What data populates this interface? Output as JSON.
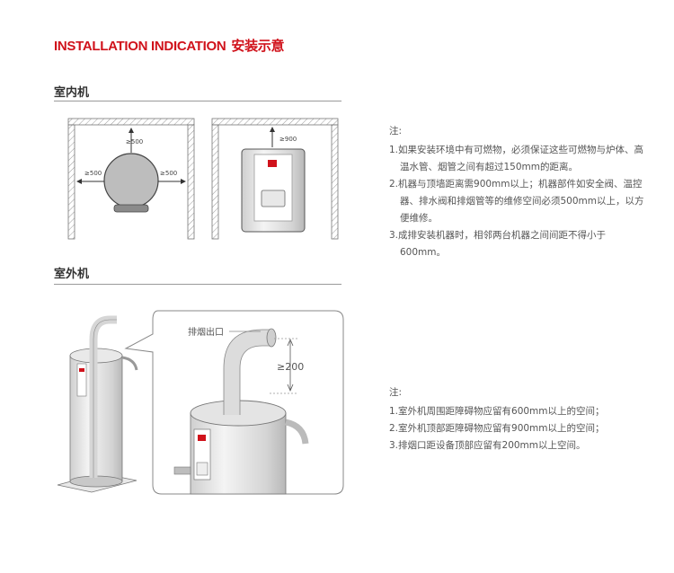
{
  "header": {
    "title_en": "INSTALLATION INDICATION",
    "title_zh": "安装示意"
  },
  "indoor": {
    "heading": "室内机",
    "diagram_left": {
      "top_clearance": "≥500",
      "left_clearance": "≥500",
      "right_clearance": "≥500"
    },
    "diagram_right": {
      "top_clearance": "≥900"
    },
    "notes_label": "注:",
    "notes": [
      "1.如果安装环境中有可燃物，必须保证这些可燃物与炉体、高温水管、烟管之间有超过150mm的距离。",
      "2.机器与顶墙距离需900mm以上；机器部件如安全阀、温控器、排水阀和排烟管等的维修空间必须500mm以上，以方便维修。",
      "3.成排安装机器时，相邻两台机器之间间距不得小于600mm。"
    ]
  },
  "outdoor": {
    "heading": "室外机",
    "diagram": {
      "exhaust_label": "排烟出口",
      "clearance": "≥200"
    },
    "notes_label": "注:",
    "notes": [
      "1.室外机周围距障碍物应留有600mm以上的空间；",
      "2.室外机顶部距障碍物应留有900mm以上的空间；",
      "3.排烟口距设备顶部应留有200mm以上空间。"
    ]
  }
}
